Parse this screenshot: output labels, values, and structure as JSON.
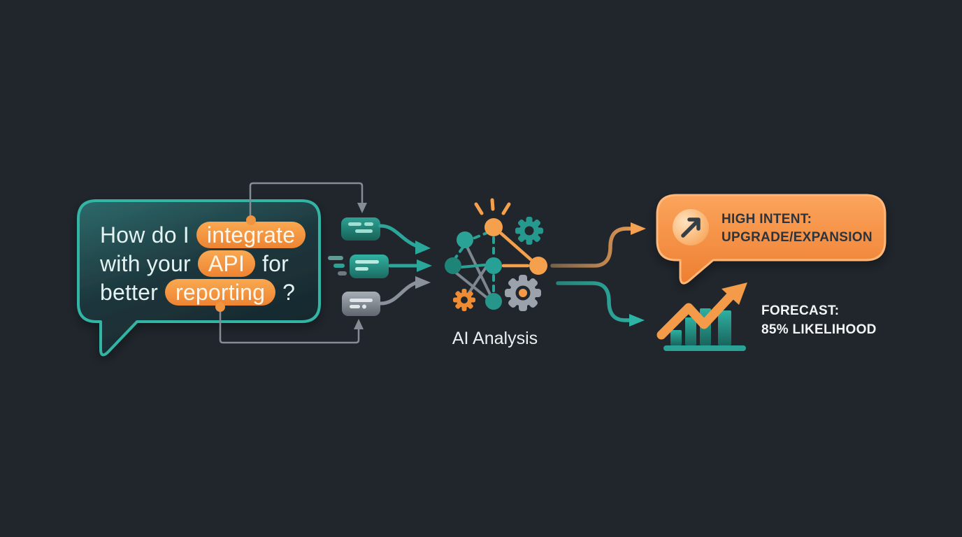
{
  "chat": {
    "lines": [
      {
        "pre": "How do I",
        "highlight": "integrate",
        "post": ""
      },
      {
        "pre": "with your",
        "highlight": "API",
        "post": "for"
      },
      {
        "pre": "better",
        "highlight": "reporting",
        "post": "?"
      }
    ]
  },
  "pipeline": {
    "ai_label": "AI Analysis"
  },
  "outputs": {
    "high_intent": {
      "title": "HIGH INTENT:",
      "subtitle": "UPGRADE/EXPANSION"
    },
    "forecast": {
      "title": "FORECAST:",
      "subtitle": "85% LIKELIHOOD"
    }
  },
  "icons": {
    "intent_badge": "arrow-up-right",
    "forecast_icon": "bar-chart-trend-up",
    "ai_icon": "neural-network-gears"
  },
  "colors": {
    "background": "#20262c",
    "teal": "#2aa79a",
    "orange": "#f49b49",
    "gray": "#8b919a",
    "chat_bubble_border": "#31b5a5",
    "keyword_pill": "#f0923c",
    "intent_bubble_fill": "#f1873a",
    "intent_bubble_border": "#ffb87a",
    "dark_text": "#2e343c",
    "light_text": "#e4f2f2"
  }
}
